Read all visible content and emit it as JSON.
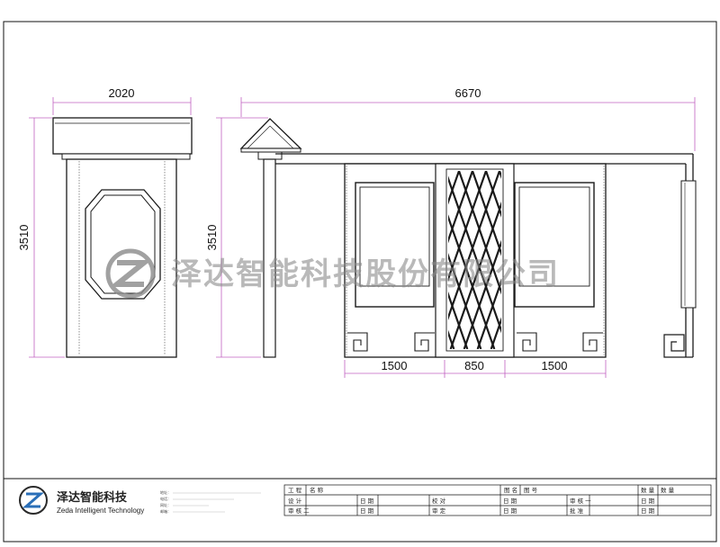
{
  "dimensions": {
    "side_width": "2020",
    "side_height": "3510",
    "front_width": "6670",
    "front_height": "3510",
    "panel_left": "1500",
    "panel_center": "850",
    "panel_right": "1500"
  },
  "watermark": {
    "text": "泽达智能科技股份有限公司"
  },
  "title_block": {
    "company_cn": "泽达智能科技",
    "company_en": "Zeda Intelligent Technology",
    "contact_lines": [
      "地址：",
      "电话：",
      "网址：",
      "邮箱："
    ],
    "header_labels": [
      "工 程",
      "名 称",
      "图 名",
      "图 号",
      "数 量",
      "数 量"
    ],
    "row1_labels": [
      "设 计",
      "日 期",
      "校 对",
      "日 期",
      "审 核 一",
      "日 期"
    ],
    "row2_labels": [
      "审 核 二",
      "日 期",
      "审 定",
      "日 期",
      "批 准",
      "日 期"
    ]
  },
  "colors": {
    "dimension_line": "#c060c0",
    "outline": "#1a1a1a",
    "watermark": "#8a8a8a"
  }
}
